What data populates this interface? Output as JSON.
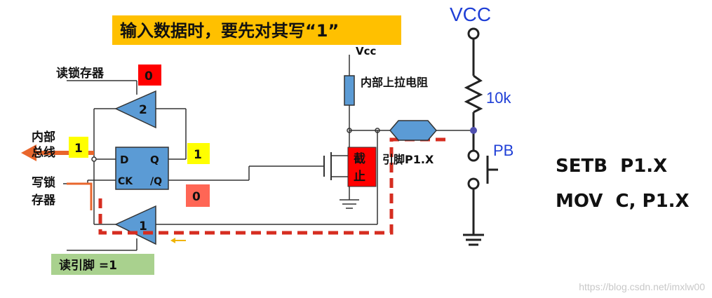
{
  "title": "输入数据时，要先对其写“1”",
  "labels": {
    "read_latch": "读锁存器",
    "internal_bus_1": "内部",
    "internal_bus_2": "总线",
    "write_latch_1": "写锁",
    "write_latch_2": "存器",
    "read_pin": "读引脚 =1",
    "vcc_small": "Vcc",
    "pullup": "内部上拉电阻",
    "cutoff_1": "截",
    "cutoff_2": "止",
    "pin": "引脚P1.X",
    "vcc_big": "VCC",
    "resistor": "10k",
    "button": "PB",
    "ff_d": "D",
    "ff_q": "Q",
    "ff_ck": "CK",
    "ff_qn": "/Q",
    "buf2": "2",
    "buf1": "1"
  },
  "values": {
    "read_latch_value": "0",
    "bus_value": "1",
    "q_value": "1",
    "qn_value": "0"
  },
  "code": {
    "line1": "SETB  P1.X",
    "line2": "MOV  C, P1.X"
  },
  "watermark": "https://blog.csdn.net/imxlw00",
  "colors": {
    "title_bg": "#ffc000",
    "red": "#ff0000",
    "yellow": "#ffff00",
    "salmon": "#ff6655",
    "green": "#a9d18e",
    "buffer_blue": "#5b9bd5",
    "path_red": "#d62d20",
    "arrow_orange": "#e9662c",
    "vcc_blue": "#1f3fd6"
  }
}
